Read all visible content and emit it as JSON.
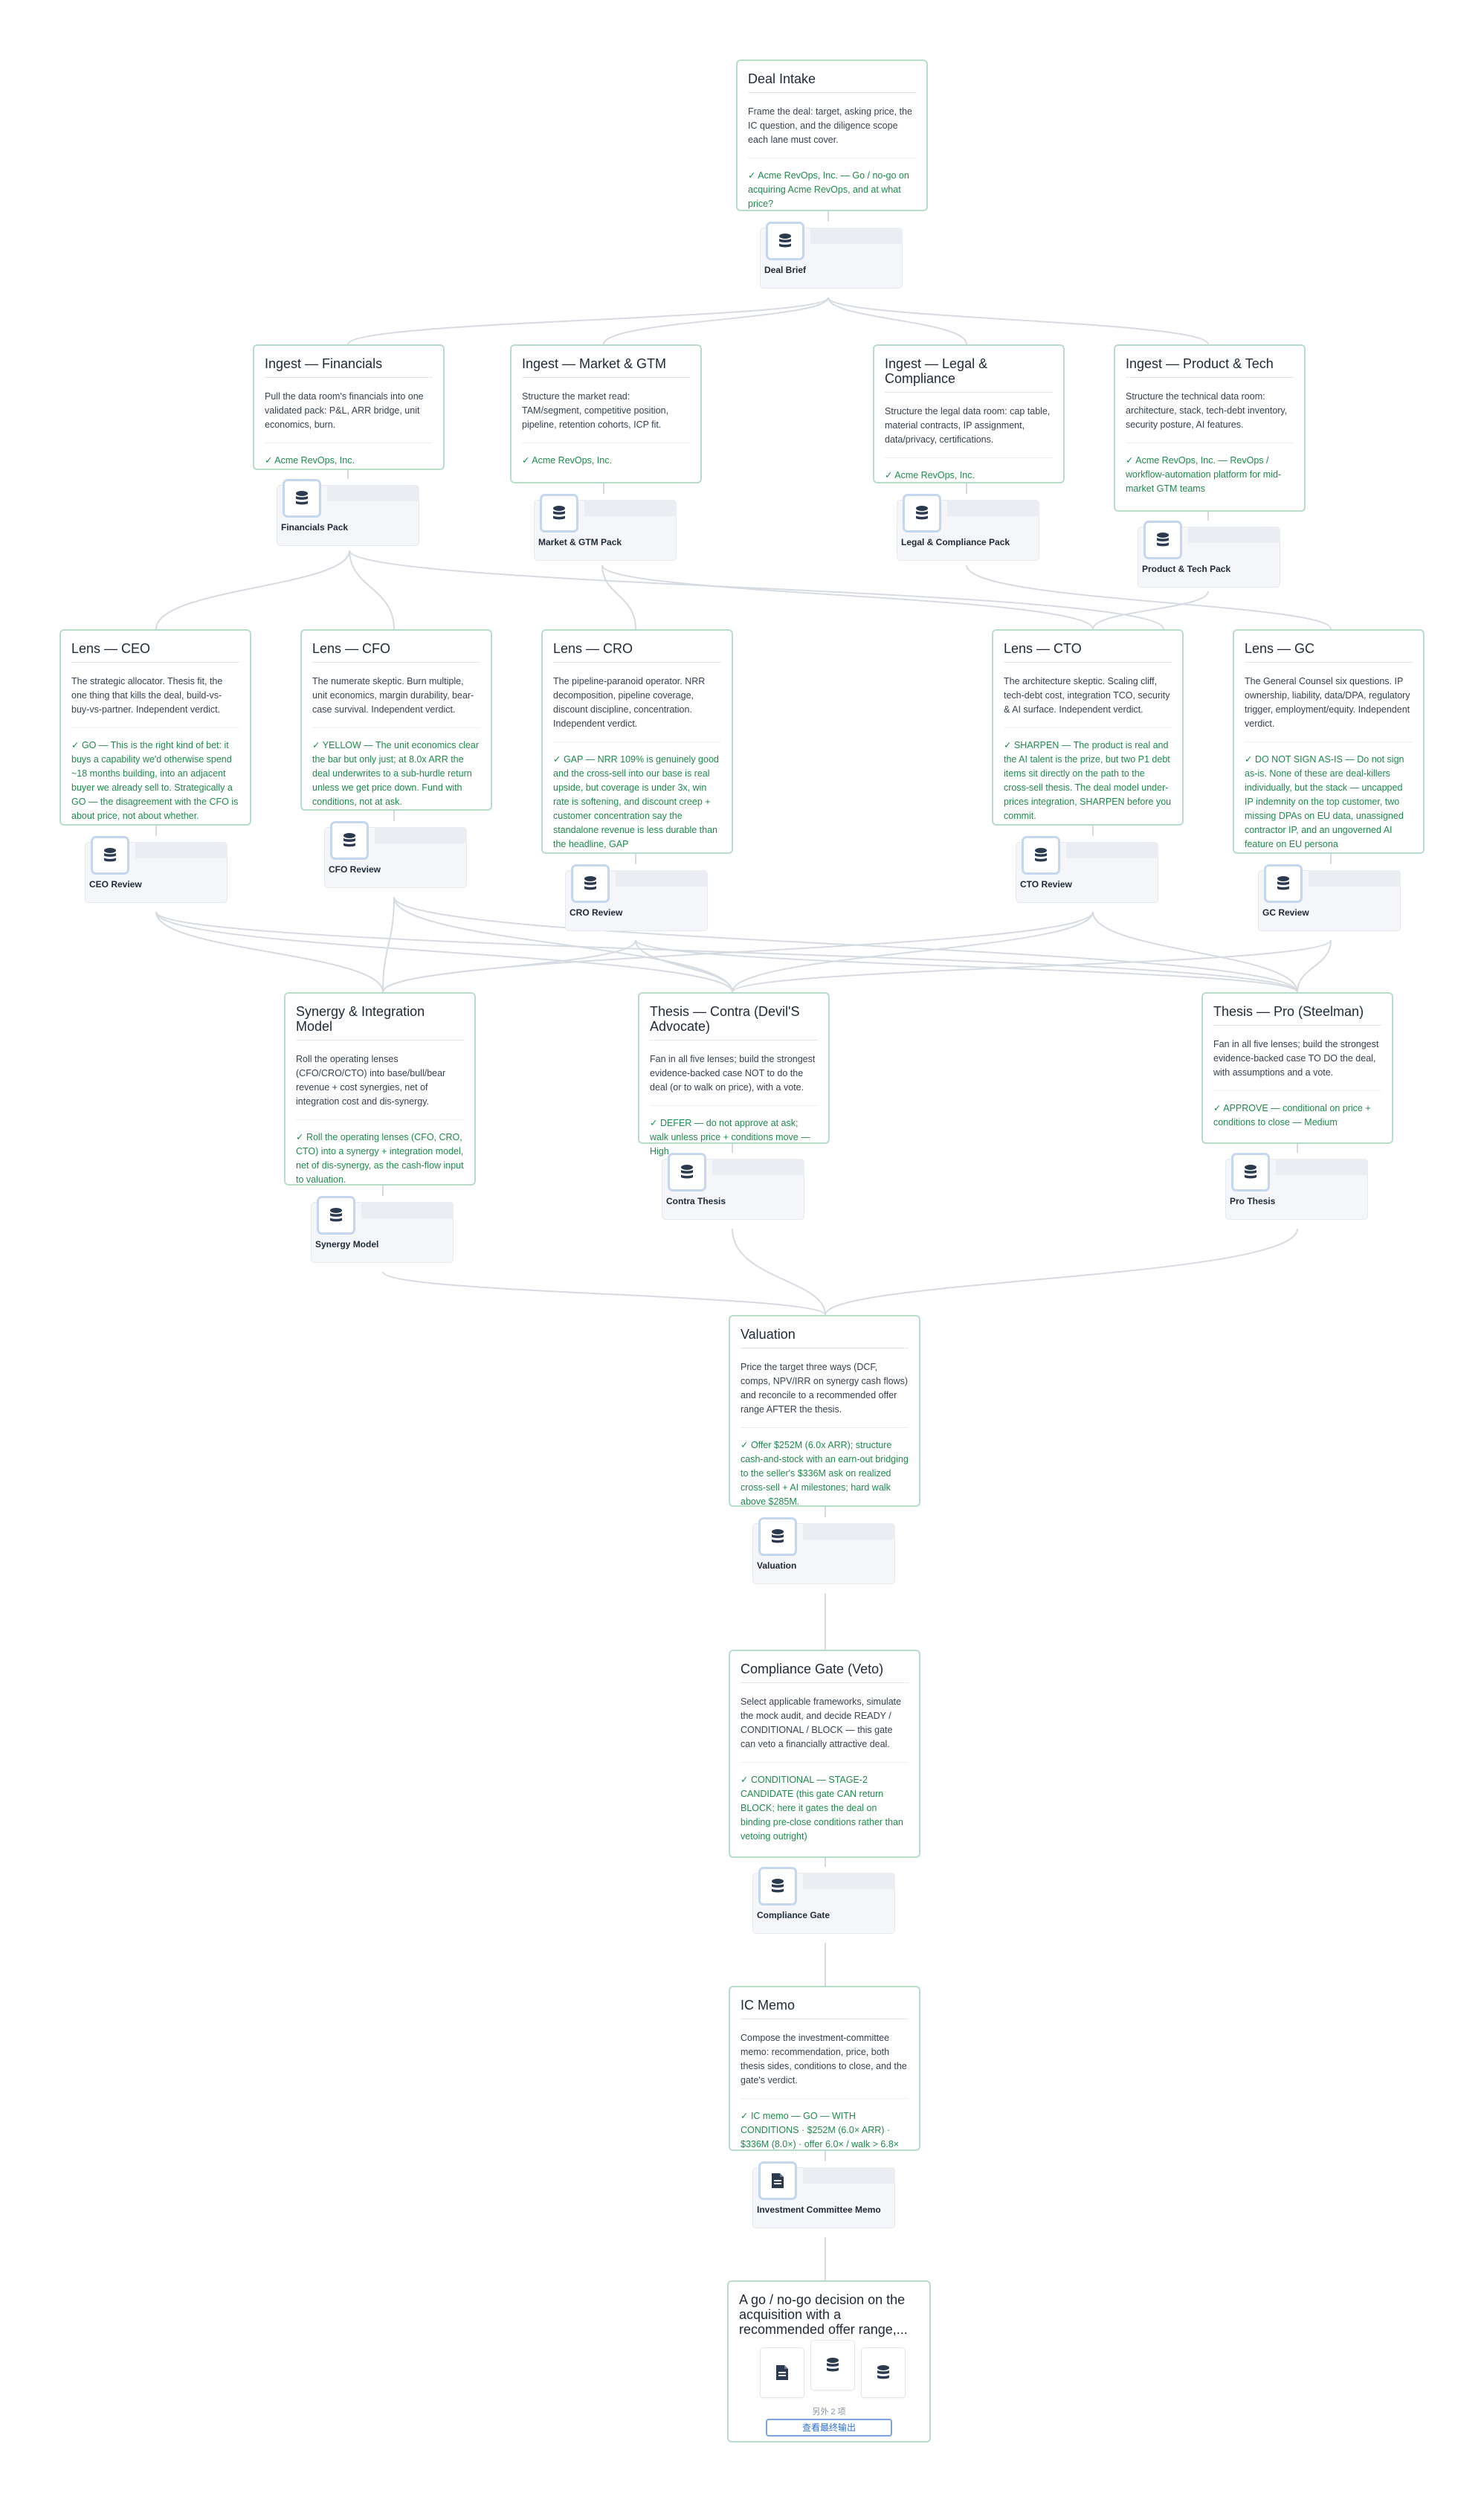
{
  "nodes": [
    {
      "id": "intake",
      "title": "Deal Intake",
      "desc": "Frame the deal: target, asking price, the IC question, and the diligence scope each lane must cover.",
      "result": "✓ Acme RevOps, Inc. — Go / no-go on acquiring Acme RevOps, and at what price?"
    },
    {
      "id": "fin",
      "title": "Ingest — Financials",
      "desc": "Pull the data room's financials into one validated pack: P&L, ARR bridge, unit economics, burn.",
      "result": "✓ Acme RevOps, Inc."
    },
    {
      "id": "mkt",
      "title": "Ingest — Market & GTM",
      "desc": "Structure the market read: TAM/segment, competitive position, pipeline, retention cohorts, ICP fit.",
      "result": "✓ Acme RevOps, Inc."
    },
    {
      "id": "legal",
      "title": "Ingest — Legal & Compliance",
      "desc": "Structure the legal data room: cap table, material contracts, IP assignment, data/privacy, certifications.",
      "result": "✓ Acme RevOps, Inc."
    },
    {
      "id": "prod",
      "title": "Ingest — Product & Tech",
      "desc": "Structure the technical data room: architecture, stack, tech-debt inventory, security posture, AI features.",
      "result": "✓ Acme RevOps, Inc. — RevOps / workflow-automation platform for mid-market GTM teams"
    },
    {
      "id": "ceo",
      "title": "Lens — CEO",
      "desc": "The strategic allocator. Thesis fit, the one thing that kills the deal, build-vs-buy-vs-partner. Independent verdict.",
      "result": "✓ GO — This is the right kind of bet: it buys a capability we'd otherwise spend ~18 months building, into an adjacent buyer we already sell to. Strategically a GO — the disagreement with the CFO is about price, not about whether."
    },
    {
      "id": "cfo",
      "title": "Lens — CFO",
      "desc": "The numerate skeptic. Burn multiple, unit economics, margin durability, bear-case survival. Independent verdict.",
      "result": "✓ YELLOW — The unit economics clear the bar but only just; at 8.0x ARR the deal underwrites to a sub-hurdle return unless we get price down. Fund with conditions, not at ask."
    },
    {
      "id": "cro",
      "title": "Lens — CRO",
      "desc": "The pipeline-paranoid operator. NRR decomposition, pipeline coverage, discount discipline, concentration. Independent verdict.",
      "result": "✓ GAP — NRR 109% is genuinely good and the cross-sell into our base is real upside, but coverage is under 3x, win rate is softening, and discount creep + customer concentration say the standalone revenue is less durable than the headline, GAP"
    },
    {
      "id": "cto",
      "title": "Lens — CTO",
      "desc": "The architecture skeptic. Scaling cliff, tech-debt cost, integration TCO, security & AI surface. Independent verdict.",
      "result": "✓ SHARPEN — The product is real and the AI talent is the prize, but two P1 debt items sit directly on the path to the cross-sell thesis. The deal model under-prices integration, SHARPEN before you commit."
    },
    {
      "id": "gc",
      "title": "Lens — GC",
      "desc": "The General Counsel six questions. IP ownership, liability, data/DPA, regulatory trigger, employment/equity. Independent verdict.",
      "result": "✓ DO NOT SIGN AS-IS — Do not sign as-is. None of these are deal-killers individually, but the stack — uncapped IP indemnity on the top customer, two missing DPAs on EU data, unassigned contractor IP, and an ungoverned AI feature on EU persona"
    },
    {
      "id": "syn",
      "title": "Synergy & Integration Model",
      "desc": "Roll the operating lenses (CFO/CRO/CTO) into base/bull/bear revenue + cost synergies, net of integration cost and dis-synergy.",
      "result": "✓ Roll the operating lenses (CFO, CRO, CTO) into a synergy + integration model, net of dis-synergy, as the cash-flow input to valuation."
    },
    {
      "id": "contra",
      "title": "Thesis — Contra (Devil'S Advocate)",
      "desc": "Fan in all five lenses; build the strongest evidence-backed case NOT to do the deal (or to walk on price), with a vote.",
      "result": "✓ DEFER — do not approve at ask; walk unless price + conditions move — High"
    },
    {
      "id": "pro",
      "title": "Thesis — Pro (Steelman)",
      "desc": "Fan in all five lenses; build the strongest evidence-backed case TO DO the deal, with assumptions and a vote.",
      "result": "✓ APPROVE — conditional on price + conditions to close — Medium"
    },
    {
      "id": "val",
      "title": "Valuation",
      "desc": "Price the target three ways (DCF, comps, NPV/IRR on synergy cash flows) and reconcile to a recommended offer range AFTER the thesis.",
      "result": "✓ Offer $252M (6.0x ARR); structure cash-and-stock with an earn-out bridging to the seller's $336M ask on realized cross-sell + AI milestones; hard walk above $285M."
    },
    {
      "id": "gate",
      "title": "Compliance Gate (Veto)",
      "desc": "Select applicable frameworks, simulate the mock audit, and decide READY / CONDITIONAL / BLOCK — this gate can veto a financially attractive deal.",
      "result": "✓ CONDITIONAL — STAGE-2 CANDIDATE (this gate CAN return BLOCK; here it gates the deal on binding pre-close conditions rather than vetoing outright)"
    },
    {
      "id": "memo",
      "title": "IC Memo",
      "desc": "Compose the investment-committee memo: recommendation, price, both thesis sides, conditions to close, and the gate's verdict.",
      "result": "✓ IC memo — GO — WITH CONDITIONS · $252M (6.0× ARR) · $336M (8.0×) · offer 6.0× / walk > 6.8×"
    }
  ],
  "artifacts": [
    {
      "id": "a-brief",
      "label": "Deal Brief",
      "icon": "database-icon"
    },
    {
      "id": "a-fin",
      "label": "Financials Pack",
      "icon": "database-icon"
    },
    {
      "id": "a-mkt",
      "label": "Market & GTM Pack",
      "icon": "database-icon"
    },
    {
      "id": "a-legal",
      "label": "Legal & Compliance Pack",
      "icon": "database-icon"
    },
    {
      "id": "a-prod",
      "label": "Product & Tech Pack",
      "icon": "database-icon"
    },
    {
      "id": "a-ceo",
      "label": "CEO Review",
      "icon": "database-icon"
    },
    {
      "id": "a-cfo",
      "label": "CFO Review",
      "icon": "database-icon"
    },
    {
      "id": "a-cro",
      "label": "CRO Review",
      "icon": "database-icon"
    },
    {
      "id": "a-cto",
      "label": "CTO Review",
      "icon": "database-icon"
    },
    {
      "id": "a-gc",
      "label": "GC Review",
      "icon": "database-icon"
    },
    {
      "id": "a-syn",
      "label": "Synergy Model",
      "icon": "database-icon"
    },
    {
      "id": "a-contra",
      "label": "Contra Thesis",
      "icon": "database-icon"
    },
    {
      "id": "a-pro",
      "label": "Pro Thesis",
      "icon": "database-icon"
    },
    {
      "id": "a-val",
      "label": "Valuation",
      "icon": "database-icon"
    },
    {
      "id": "a-gate",
      "label": "Compliance Gate",
      "icon": "database-icon"
    },
    {
      "id": "a-memo",
      "label": "Investment Committee Memo",
      "icon": "document-icon"
    }
  ],
  "final": {
    "title": "A go / no-go decision on the acquisition with a recommended offer range,...",
    "more": "另外 2 项",
    "button": "查看最终输出",
    "icons": [
      "document-icon",
      "database-icon",
      "database-icon"
    ]
  },
  "colors": {
    "node_border": "#b7dcc8",
    "result_text": "#1f8a4c",
    "edge": "#d6dbe2",
    "icon_border": "#c4d7ee",
    "icon_fill": "#2c3a4f",
    "button": "#2f6fd1"
  }
}
